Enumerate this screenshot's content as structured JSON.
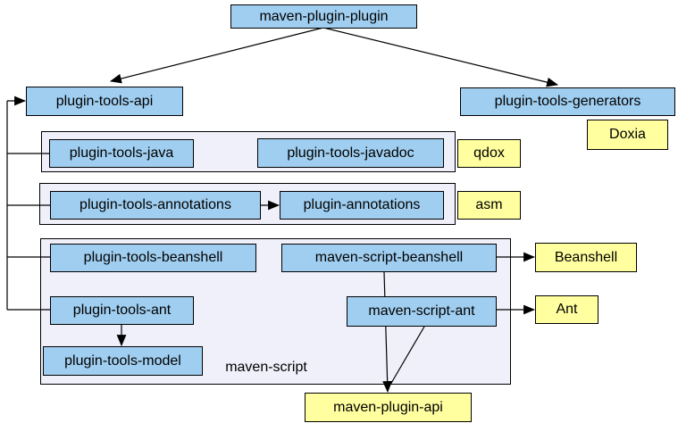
{
  "colors": {
    "module_fill": "#a0cef0",
    "external_fill": "#ffffa0",
    "group_fill": "#f0f0fb",
    "border": "#000000",
    "edge": "#000000",
    "text": "#000000",
    "background": "#ffffff"
  },
  "nodes": {
    "maven_plugin_plugin": "maven-plugin-plugin",
    "plugin_tools_api": "plugin-tools-api",
    "plugin_tools_generators": "plugin-tools-generators",
    "plugin_tools_java": "plugin-tools-java",
    "plugin_tools_javadoc": "plugin-tools-javadoc",
    "plugin_tools_annotations": "plugin-tools-annotations",
    "plugin_annotations": "plugin-annotations",
    "plugin_tools_beanshell": "plugin-tools-beanshell",
    "maven_script_beanshell": "maven-script-beanshell",
    "plugin_tools_ant": "plugin-tools-ant",
    "maven_script_ant": "maven-script-ant",
    "plugin_tools_model": "plugin-tools-model",
    "doxia": "Doxia",
    "qdox": "qdox",
    "asm": "asm",
    "beanshell": "Beanshell",
    "ant": "Ant",
    "maven_plugin_api": "maven-plugin-api"
  },
  "group_labels": {
    "maven_script": "maven-script"
  },
  "edges": [
    {
      "from": "maven-plugin-plugin",
      "to": "plugin-tools-api",
      "arrow": true
    },
    {
      "from": "maven-plugin-plugin",
      "to": "plugin-tools-generators",
      "arrow": true
    },
    {
      "from": "plugin-tools-java",
      "to": "plugin-tools-api",
      "arrow": true
    },
    {
      "from": "plugin-tools-annotations",
      "to": "plugin-tools-api",
      "arrow": true
    },
    {
      "from": "plugin-tools-beanshell",
      "to": "plugin-tools-api",
      "arrow": true
    },
    {
      "from": "plugin-tools-ant",
      "to": "plugin-tools-api",
      "arrow": true
    },
    {
      "from": "plugin-tools-annotations",
      "to": "plugin-annotations",
      "arrow": true
    },
    {
      "from": "plugin-tools-ant",
      "to": "plugin-tools-model",
      "arrow": true
    },
    {
      "from": "maven-script-beanshell",
      "to": "Beanshell",
      "arrow": true
    },
    {
      "from": "maven-script-ant",
      "to": "Ant",
      "arrow": true
    },
    {
      "from": "maven-script-beanshell",
      "to": "maven-plugin-api",
      "arrow": true
    },
    {
      "from": "maven-script-ant",
      "to": "maven-plugin-api",
      "arrow": true
    }
  ]
}
